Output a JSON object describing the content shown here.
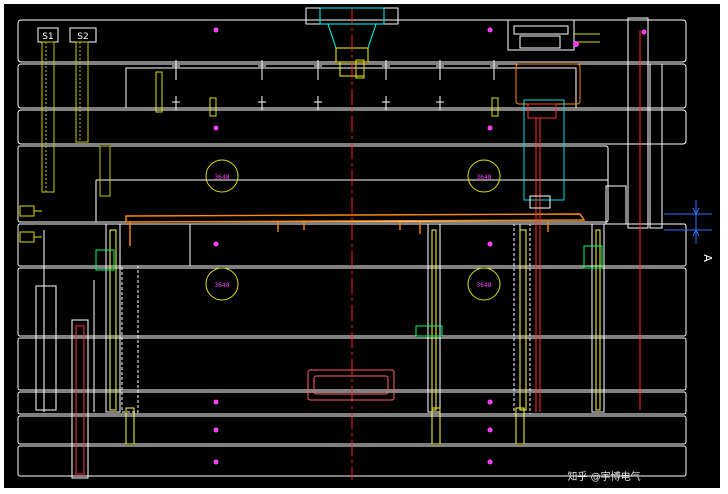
{
  "drawing": {
    "background": "#000000",
    "frame_color": "#ffffff",
    "labels": {
      "s1": "S1",
      "s2": "S2",
      "dim_a": "A",
      "watermark": "知乎 @宇博电气"
    },
    "circle_tags": [
      "3648",
      "3648",
      "3648",
      "3648"
    ],
    "colors": {
      "plate_lines": "#ffffff",
      "centerline": "#ff2020",
      "runner": "#ff8a00",
      "guide_pin": "#c8c800",
      "ejector": "#ffff40",
      "cyan": "#00e0e0",
      "green": "#00ff60",
      "magenta": "#ff40ff",
      "blue_dim": "#3070ff",
      "screw_yellow": "#e0e000"
    }
  }
}
